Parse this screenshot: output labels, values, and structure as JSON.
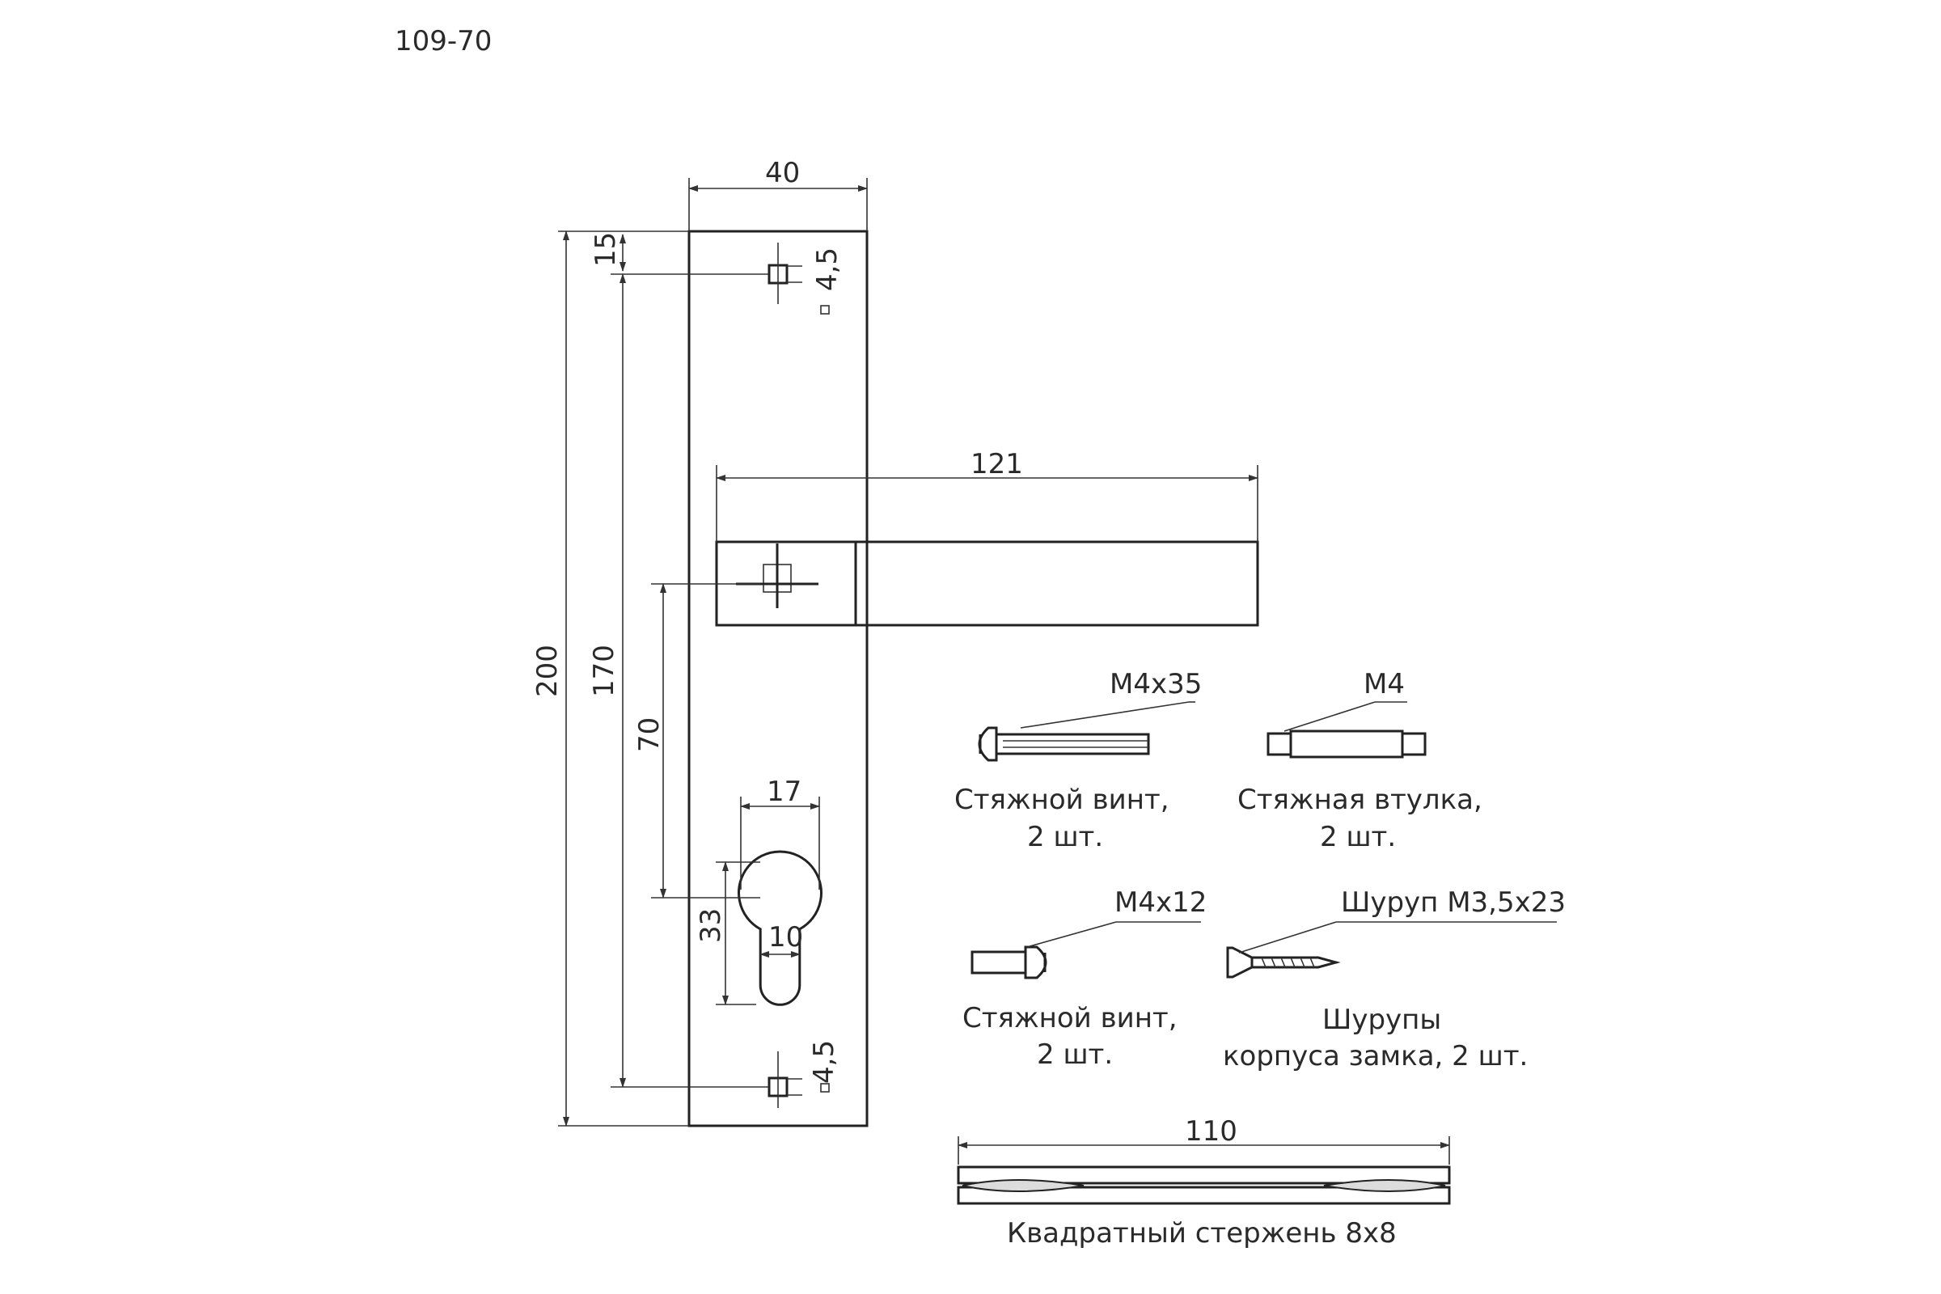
{
  "model": "109-70",
  "dimensions": {
    "plate_width": "40",
    "plate_height": "200",
    "hole_spacing": "170",
    "top_offset": "15",
    "hole_size_top": "4,5",
    "hole_size_bottom": "4,5",
    "handle_length": "121",
    "spindle_to_cylinder": "70",
    "cylinder_width": "17",
    "cylinder_height": "33",
    "cylinder_slot": "10"
  },
  "parts": {
    "screw_long": {
      "spec": "M4x35",
      "caption_line1": "Стяжной винт,",
      "caption_line2": "2 шт."
    },
    "bushing": {
      "spec": "M4",
      "caption_line1": "Стяжная втулка,",
      "caption_line2": "2 шт."
    },
    "screw_short": {
      "spec": "M4x12",
      "caption_line1": "Стяжной винт,",
      "caption_line2": "2 шт."
    },
    "wood_screw": {
      "spec": "Шуруп М3,5х23",
      "caption_line1": "Шурупы",
      "caption_line2": "корпуса замка, 2 шт."
    },
    "square_rod": {
      "length": "110",
      "caption": "Квадратный стержень 8х8"
    }
  }
}
